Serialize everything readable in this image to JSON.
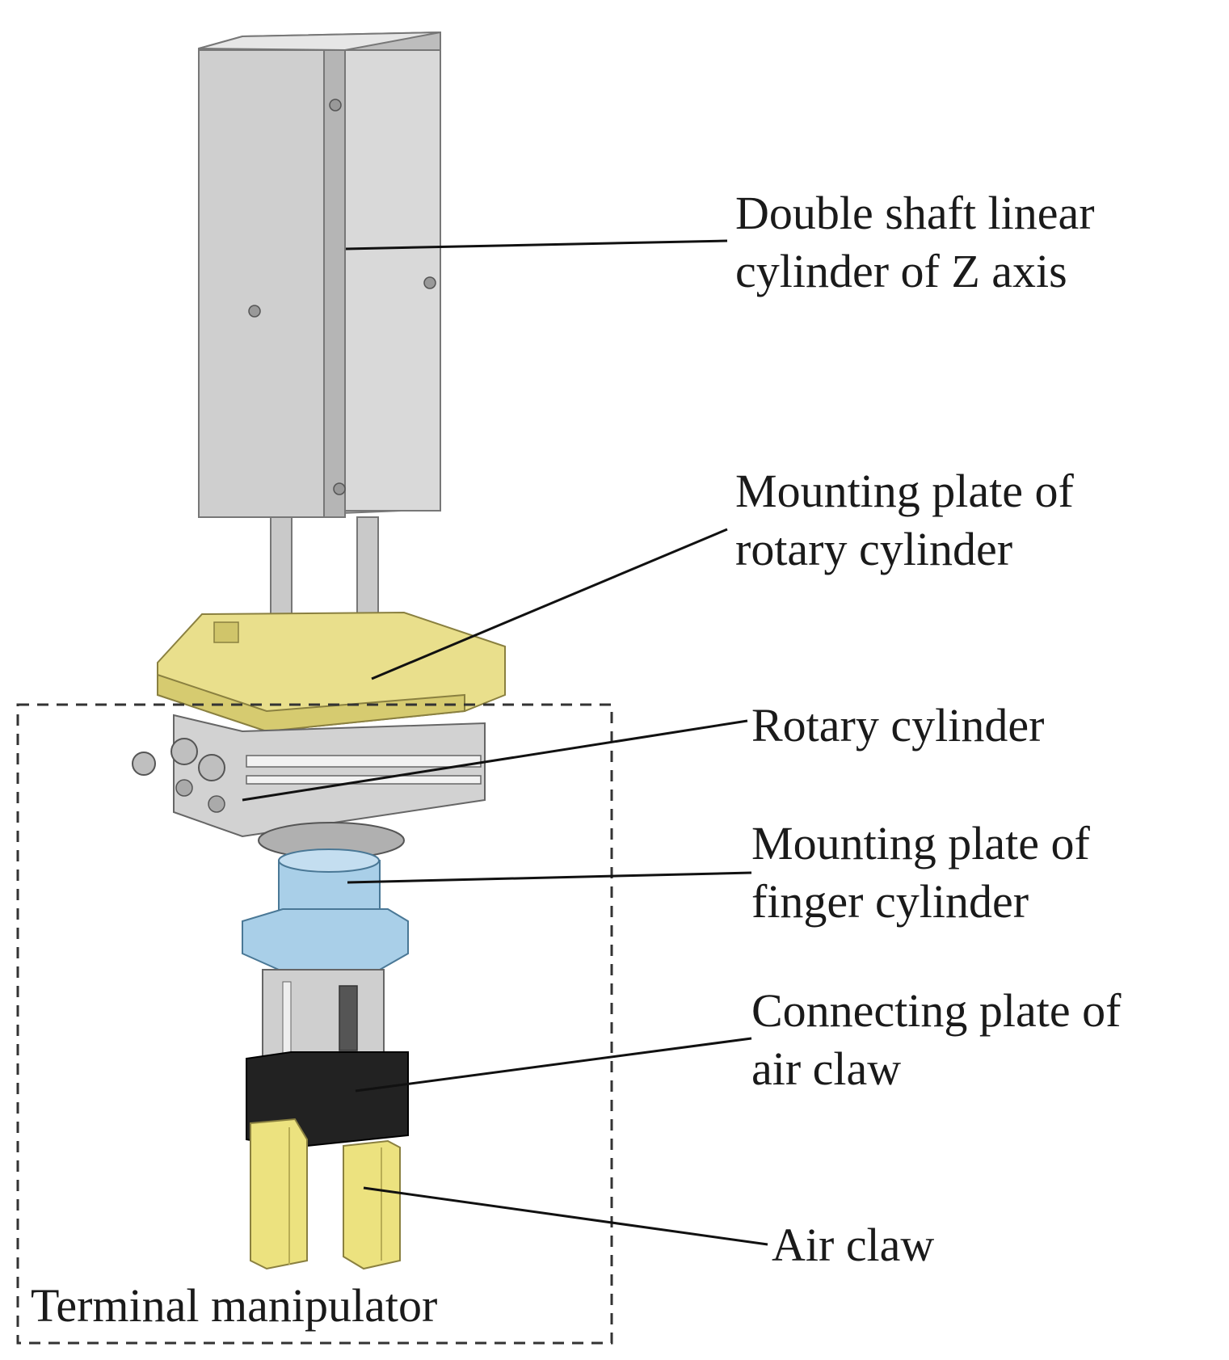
{
  "labels": {
    "z_cylinder": {
      "line1": "Double shaft linear",
      "line2": "cylinder of Z axis"
    },
    "rotary_plate": {
      "line1": "Mounting plate of",
      "line2": "rotary cylinder"
    },
    "rotary_cylinder": {
      "line1": "Rotary cylinder"
    },
    "finger_plate": {
      "line1": "Mounting plate of",
      "line2": "finger cylinder"
    },
    "connecting_plate": {
      "line1": "Connecting plate of",
      "line2": "air claw"
    },
    "air_claw": {
      "line1": "Air claw"
    },
    "terminal": {
      "text": "Terminal manipulator"
    }
  },
  "colors": {
    "cylinder_gray": "#cfcfcf",
    "plate_yellow": "#e9df8c",
    "plate_blue": "#a9cfe8",
    "connector_black": "#222222",
    "claw_yellow": "#ece27f",
    "dashed_box": "#333333"
  }
}
